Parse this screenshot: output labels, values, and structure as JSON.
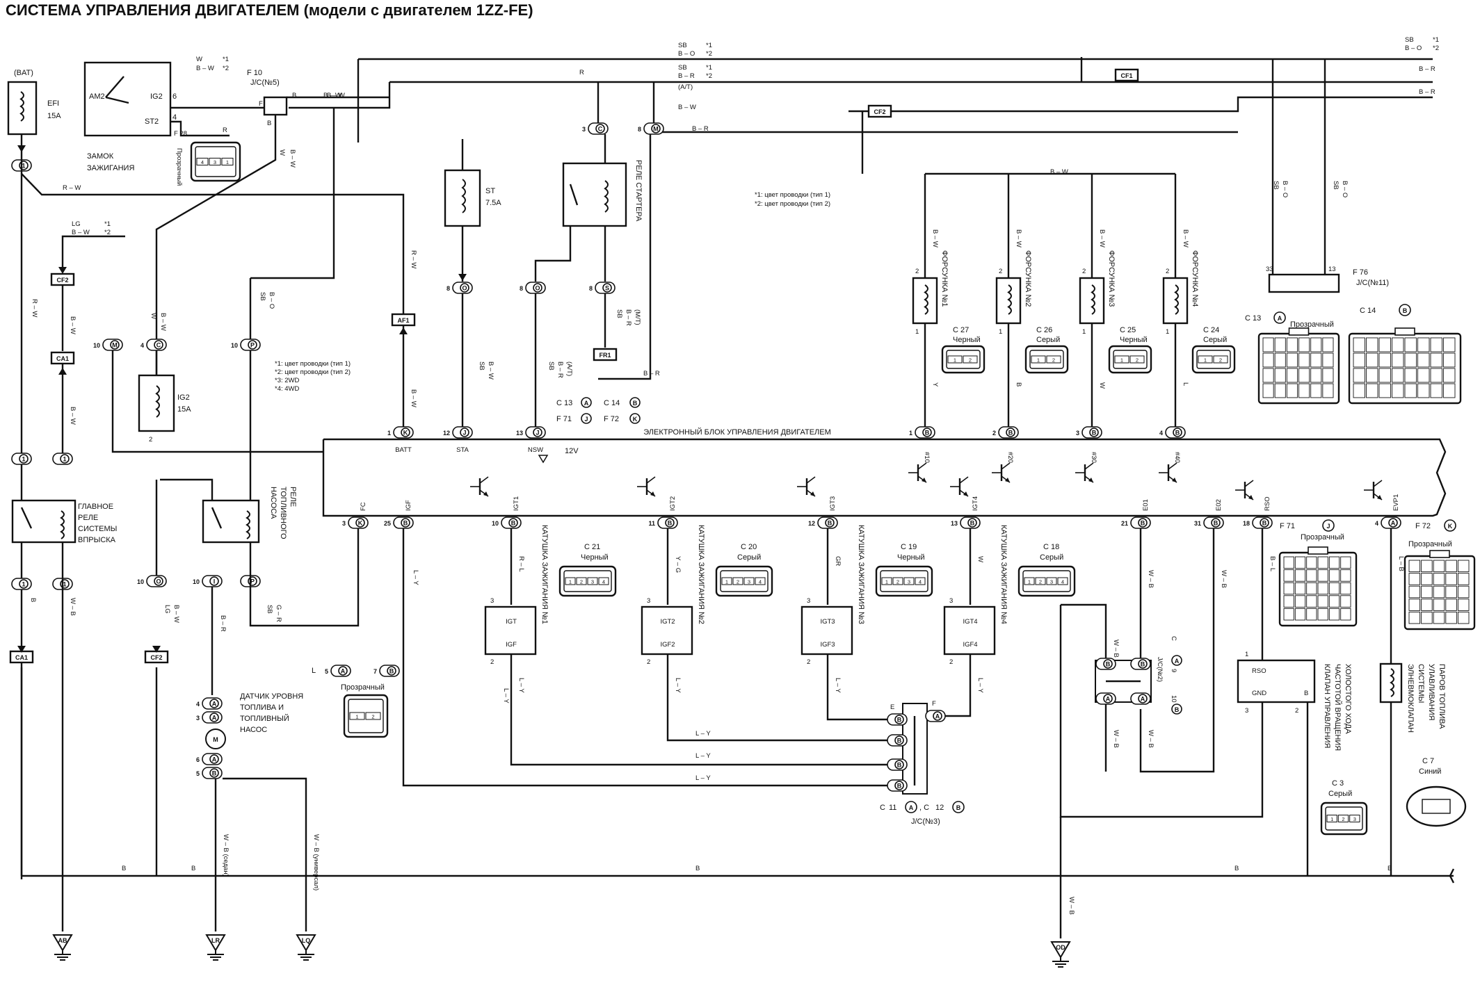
{
  "title": "СИСТЕМА УПРАВЛЕНИЯ ДВИГАТЕЛЕМ (модели с двигателем 1ZZ-FE)",
  "notes_top": [
    "*1: цвет проводки (тип 1)",
    "*2: цвет проводки (тип 2)"
  ],
  "notes_mid": [
    "*1: цвет проводки (тип 1)",
    "*2: цвет проводки (тип 2)",
    "*3: 2WD",
    "*4: 4WD"
  ],
  "ecu": {
    "title": "ЭЛЕКТРОННЫЙ БЛОК УПРАВЛЕНИЯ ДВИГАТЕЛЕМ",
    "top_pins": [
      {
        "num": "1",
        "letter": "K",
        "term": "BATT"
      },
      {
        "num": "12",
        "letter": "J",
        "term": "STA"
      },
      {
        "num": "13",
        "letter": "J",
        "term": "NSW"
      },
      {
        "num": "1",
        "letter": "B",
        "term": "#10"
      },
      {
        "num": "2",
        "letter": "B",
        "term": "#20"
      },
      {
        "num": "3",
        "letter": "B",
        "term": "#30"
      },
      {
        "num": "4",
        "letter": "B",
        "term": "#40"
      }
    ],
    "bottom_pins": [
      {
        "num": "3",
        "letter": "K",
        "term": "FC"
      },
      {
        "num": "25",
        "letter": "B",
        "term": "IGF"
      },
      {
        "num": "10",
        "letter": "B",
        "term": "IGT1"
      },
      {
        "num": "11",
        "letter": "B",
        "term": "IGT2"
      },
      {
        "num": "12",
        "letter": "B",
        "term": "IGT3"
      },
      {
        "num": "13",
        "letter": "B",
        "term": "IGT4"
      },
      {
        "num": "21",
        "letter": "B",
        "term": "E01"
      },
      {
        "num": "31",
        "letter": "B",
        "term": "E02"
      },
      {
        "num": "18",
        "letter": "B",
        "term": "RSO"
      },
      {
        "num": "4",
        "letter": "A",
        "term": "EVP1"
      }
    ],
    "volt": "12V",
    "connectors_top": [
      "C 13",
      "A",
      "C 14",
      "B"
    ],
    "connectors_top2": [
      "F 71",
      "J",
      "F 72",
      "K"
    ]
  },
  "left": {
    "bat": "(BAT)",
    "efi": {
      "name": "EFI",
      "rating": "15A"
    },
    "ign_switch": {
      "label1": "ЗАМОК",
      "label2": "ЗАЖИГАНИЯ",
      "am2": "AM2",
      "ig2": "IG2",
      "st2": "ST2",
      "p6": "6",
      "p4": "4"
    },
    "f28": {
      "code": "F 28",
      "color": "R",
      "text": "Прозрачный"
    },
    "f10": {
      "code": "F 10",
      "jc": "J/C(№5)",
      "left": "F",
      "right": "B",
      "bottom": "B"
    },
    "cf2_top": "CF2",
    "ca1_top": "CA1",
    "main_relay": [
      "ГЛАВНОЕ",
      "РЕЛЕ",
      "СИСТЕМЫ",
      "ВПРЫСКА"
    ],
    "fuel_relay": [
      "РЕЛЕ",
      "ТОПЛИВНОГО",
      "НАСОСА"
    ],
    "ig2": {
      "name": "IG2",
      "rating": "15A"
    },
    "ca1_bot": "CA1",
    "cf2_bot": "CF2",
    "fuel_sender": [
      "ДАТЧИК УРОВНЯ",
      "ТОПЛИВА И",
      "ТОПЛИВНЫЙ",
      "НАСОС"
    ],
    "grounds": [
      "AB",
      "LR",
      "LQ"
    ],
    "conn_l": {
      "l": "L",
      "a": "5",
      "b": "7",
      "type": "Прозрачный"
    }
  },
  "wires": {
    "RW": "R – W",
    "BW": "B – W",
    "R": "R",
    "B": "B",
    "W": "W",
    "LG": "LG",
    "SB": "SB",
    "BO": "B – O",
    "BR": "B – R",
    "LY": "L – Y",
    "WB": "W – B",
    "GR": "G – R",
    "RL": "R – L",
    "YG": "Y – G",
    "GRC": "GR",
    "Y": "Y",
    "L": "L",
    "BL": "B – L",
    "at": "(A/T)",
    "mt": "(M/T)",
    "wb_sedan": "W – B (седан)",
    "wb_univ": "W – B (универсал)"
  },
  "starter": {
    "st": "ST",
    "rating": "7.5A",
    "relay": "РЕЛЕ СТАРТЕРА"
  },
  "fuses": {
    "cf1": "CF1",
    "cf2": "CF2",
    "af1": "AF1",
    "fr1": "FR1"
  },
  "injectors": [
    {
      "name": "ФОРСУНКА №1",
      "code": "C 27",
      "color": "Черный"
    },
    {
      "name": "ФОРСУНКА №2",
      "code": "C 26",
      "color": "Серый"
    },
    {
      "name": "ФОРСУНКА №3",
      "code": "C 25",
      "color": "Черный"
    },
    {
      "name": "ФОРСУНКА №4",
      "code": "C 24",
      "color": "Серый"
    }
  ],
  "coils": [
    {
      "name": "КАТУШКА ЗАЖИГАНИЯ №1",
      "code": "C 21",
      "color": "Черный",
      "igt": "IGT",
      "igf": "IGF"
    },
    {
      "name": "КАТУШКА ЗАЖИГАНИЯ №2",
      "code": "C 20",
      "color": "Серый",
      "igt": "IGT2",
      "igf": "IGF2"
    },
    {
      "name": "КАТУШКА ЗАЖИГАНИЯ №3",
      "code": "C 19",
      "color": "Черный",
      "igt": "IGT3",
      "igf": "IGF3"
    },
    {
      "name": "КАТУШКА ЗАЖИГАНИЯ №4",
      "code": "C 18",
      "color": "Серый",
      "igt": "IGT4",
      "igf": "IGF4"
    }
  ],
  "jc3": {
    "c": "C",
    "a": "11",
    "b": "12",
    "name": "J/C(№3)"
  },
  "jc2": {
    "name": "J/C(№2)",
    "c1": "C",
    "a": "9",
    "b": "10"
  },
  "jc11": {
    "code": "F 76",
    "name": "J/C(№11)",
    "p33": "33",
    "p13": "13"
  },
  "right": {
    "c13": {
      "code": "C 13",
      "letter": "A",
      "color": "Прозрачный"
    },
    "c14": {
      "code": "C 14",
      "letter": "B"
    },
    "f71": {
      "code": "F 71",
      "letter": "J",
      "color": "Прозрачный"
    },
    "f72": {
      "code": "F 72",
      "letter": "K",
      "color": "Прозрачный"
    },
    "idle_valve": [
      "КЛАПАН УПРАВЛЕНИЯ",
      "ЧАСТОТОЙ ВРАЩЕНИЯ",
      "ХОЛОСТОГО ХОДА"
    ],
    "idle_code": "C 3",
    "idle_color": "Серый",
    "rso": "RSO",
    "gnd": "GND",
    "evap_valve": [
      "ЭЛНЕВМОКЛАПАН",
      "СИСТЕМЫ",
      "УЛАВЛИВАНИЯ",
      "ПАРОВ ТОПЛИВА"
    ],
    "evap_code": "C 7",
    "evap_color": "Синий",
    "ground_od": "OD"
  },
  "top_right": {
    "sb": "SB",
    "bo": "B – O",
    "br": "B – R"
  }
}
